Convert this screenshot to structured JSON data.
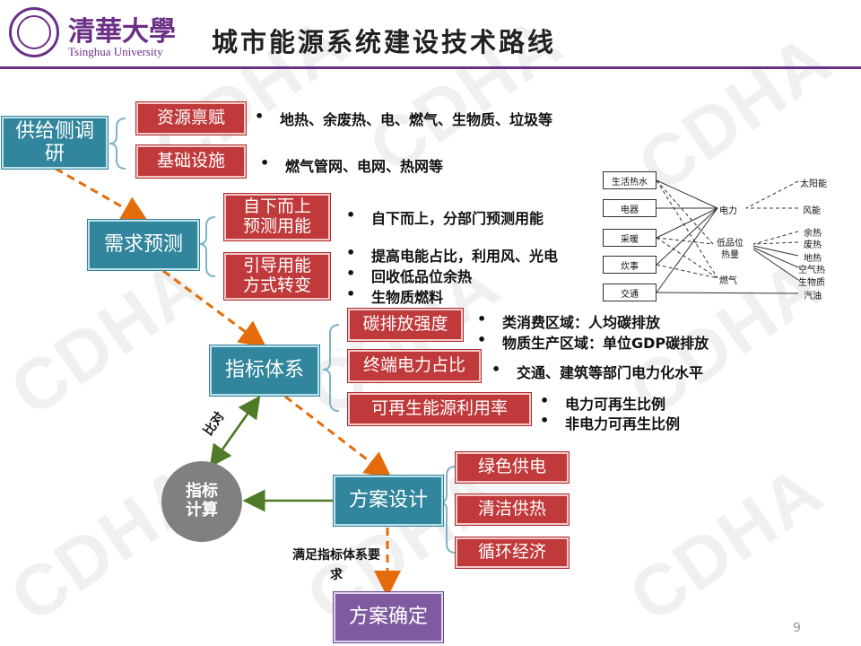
{
  "header": {
    "university_cn": "清華大學",
    "university_en": "Tsinghua University",
    "title": "城市能源系统建设技术路线"
  },
  "watermark": "CDHA",
  "nodes": {
    "supply": "供给侧调研",
    "demand": "需求预测",
    "indicator": "指标体系",
    "calc": "指标计算",
    "design": "方案设计",
    "final": "方案确定"
  },
  "supply_items": [
    {
      "label": "资源禀赋",
      "bullets": [
        "地热、余废热、电、燃气、生物质、垃圾等"
      ]
    },
    {
      "label": "基础设施",
      "bullets": [
        "燃气管网、电网、热网等"
      ]
    }
  ],
  "demand_items": [
    {
      "label": "自下而上预测用能",
      "bullets": [
        "自下而上，分部门预测用能"
      ]
    },
    {
      "label": "引导用能方式转变",
      "bullets": [
        "提高电能占比，利用风、光电",
        "回收低品位余热",
        "生物质燃料"
      ]
    }
  ],
  "indicator_items": [
    {
      "label": "碳排放强度",
      "bullets": [
        "类消费区域：人均碳排放",
        "物质生产区域：单位GDP碳排放"
      ]
    },
    {
      "label": "终端电力占比",
      "bullets": [
        "交通、建筑等部门电力化水平"
      ]
    },
    {
      "label": "可再生能源利用率",
      "bullets": [
        "电力可再生比例",
        "非电力可再生比例"
      ]
    }
  ],
  "design_items": [
    "绿色供电",
    "清洁供热",
    "循环经济"
  ],
  "labels": {
    "compare": "比对",
    "satisfy": "满足指标体系要求"
  },
  "diagram": {
    "sectors": [
      "生活热水",
      "电器",
      "采暖",
      "炊事",
      "交通"
    ],
    "mid": [
      "电力",
      "低品位热量",
      "燃气"
    ],
    "sources": [
      "太阳能",
      "风能",
      "余热",
      "废热",
      "地热",
      "空气热",
      "生物质",
      "汽油"
    ]
  },
  "page_number": "9",
  "colors": {
    "brand_purple": "#6b2f86",
    "teal": "#31859c",
    "red": "#c0393b",
    "final_purple": "#7f5aa0",
    "grey": "#808080",
    "arrow_orange": "#e46c0a",
    "arrow_green": "#4f7a28"
  }
}
